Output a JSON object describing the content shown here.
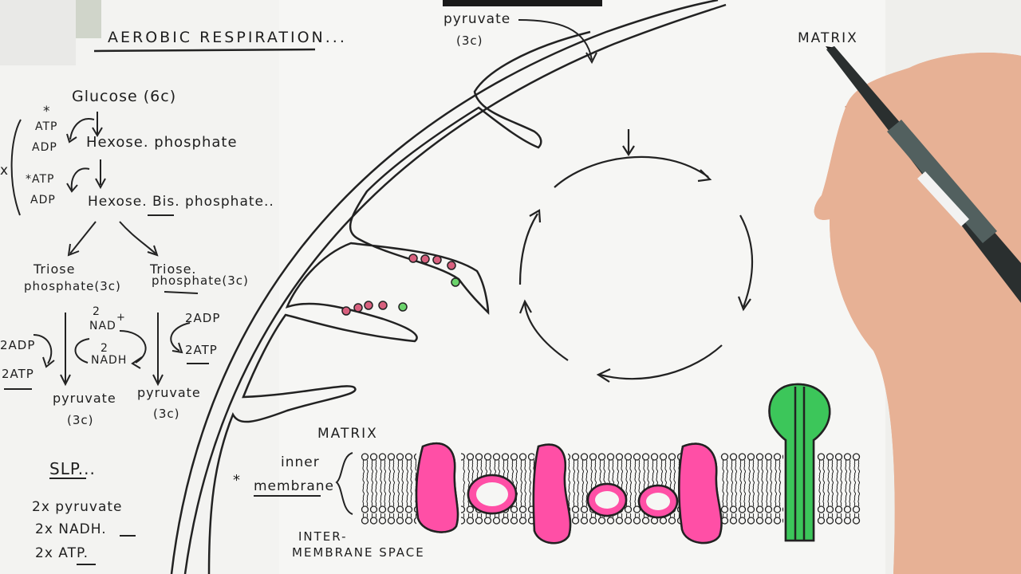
{
  "left_sheet": {
    "title": "AEROBIC RESPIRATION...",
    "glycolysis": {
      "glucose": "Glucose (6c)",
      "atp_star": "*",
      "atp1": "ATP",
      "adp1": "ADP",
      "hexose_phosphate": "Hexose. phosphate",
      "x_mark": "x",
      "atp2": "*ATP",
      "adp2": "ADP",
      "hexose_bis": "Hexose. Bis. phosphate..",
      "triose_left_1": "Triose",
      "triose_left_2": "phosphate(3c)",
      "triose_right_1": "Triose.",
      "triose_right_2": "phosphate(3c)",
      "nad_num": "2",
      "nad": "NAD",
      "nad_plus": "+",
      "nadh_num": "2",
      "nadh": "NADH",
      "left_2adp": "2ADP",
      "left_2atp": "2ATP",
      "right_2adp": "2ADP",
      "right_2atp": "2ATP",
      "pyruvate_left": "pyruvate",
      "pyruvate_left_c": "(3c)",
      "pyruvate_right": "pyruvate",
      "pyruvate_right_c": "(3c)"
    },
    "slp": {
      "heading": "SLP...",
      "line1": "2x pyruvate",
      "line2": "2x NADH.",
      "line3": "2x ATP."
    }
  },
  "main_sheet": {
    "pyruvate": "pyruvate",
    "pyruvate_c": "(3c)",
    "matrix_top": "MATRIX",
    "matrix_mid": "MATRIX",
    "inner": "inner",
    "membrane": "membrane",
    "star": "*",
    "inter": "INTER-",
    "membrane_space": "MEMBRANE SPACE"
  },
  "colors": {
    "paper": "#f6f6f4",
    "ink": "#222222",
    "protein_pink": "#ff4fa6",
    "atp_synthase_green": "#3cc65a",
    "skin": "#e7b195",
    "pen": "#2a2f2f"
  },
  "icons": {
    "pen": "marker-pen",
    "hand": "drawing-hand"
  }
}
